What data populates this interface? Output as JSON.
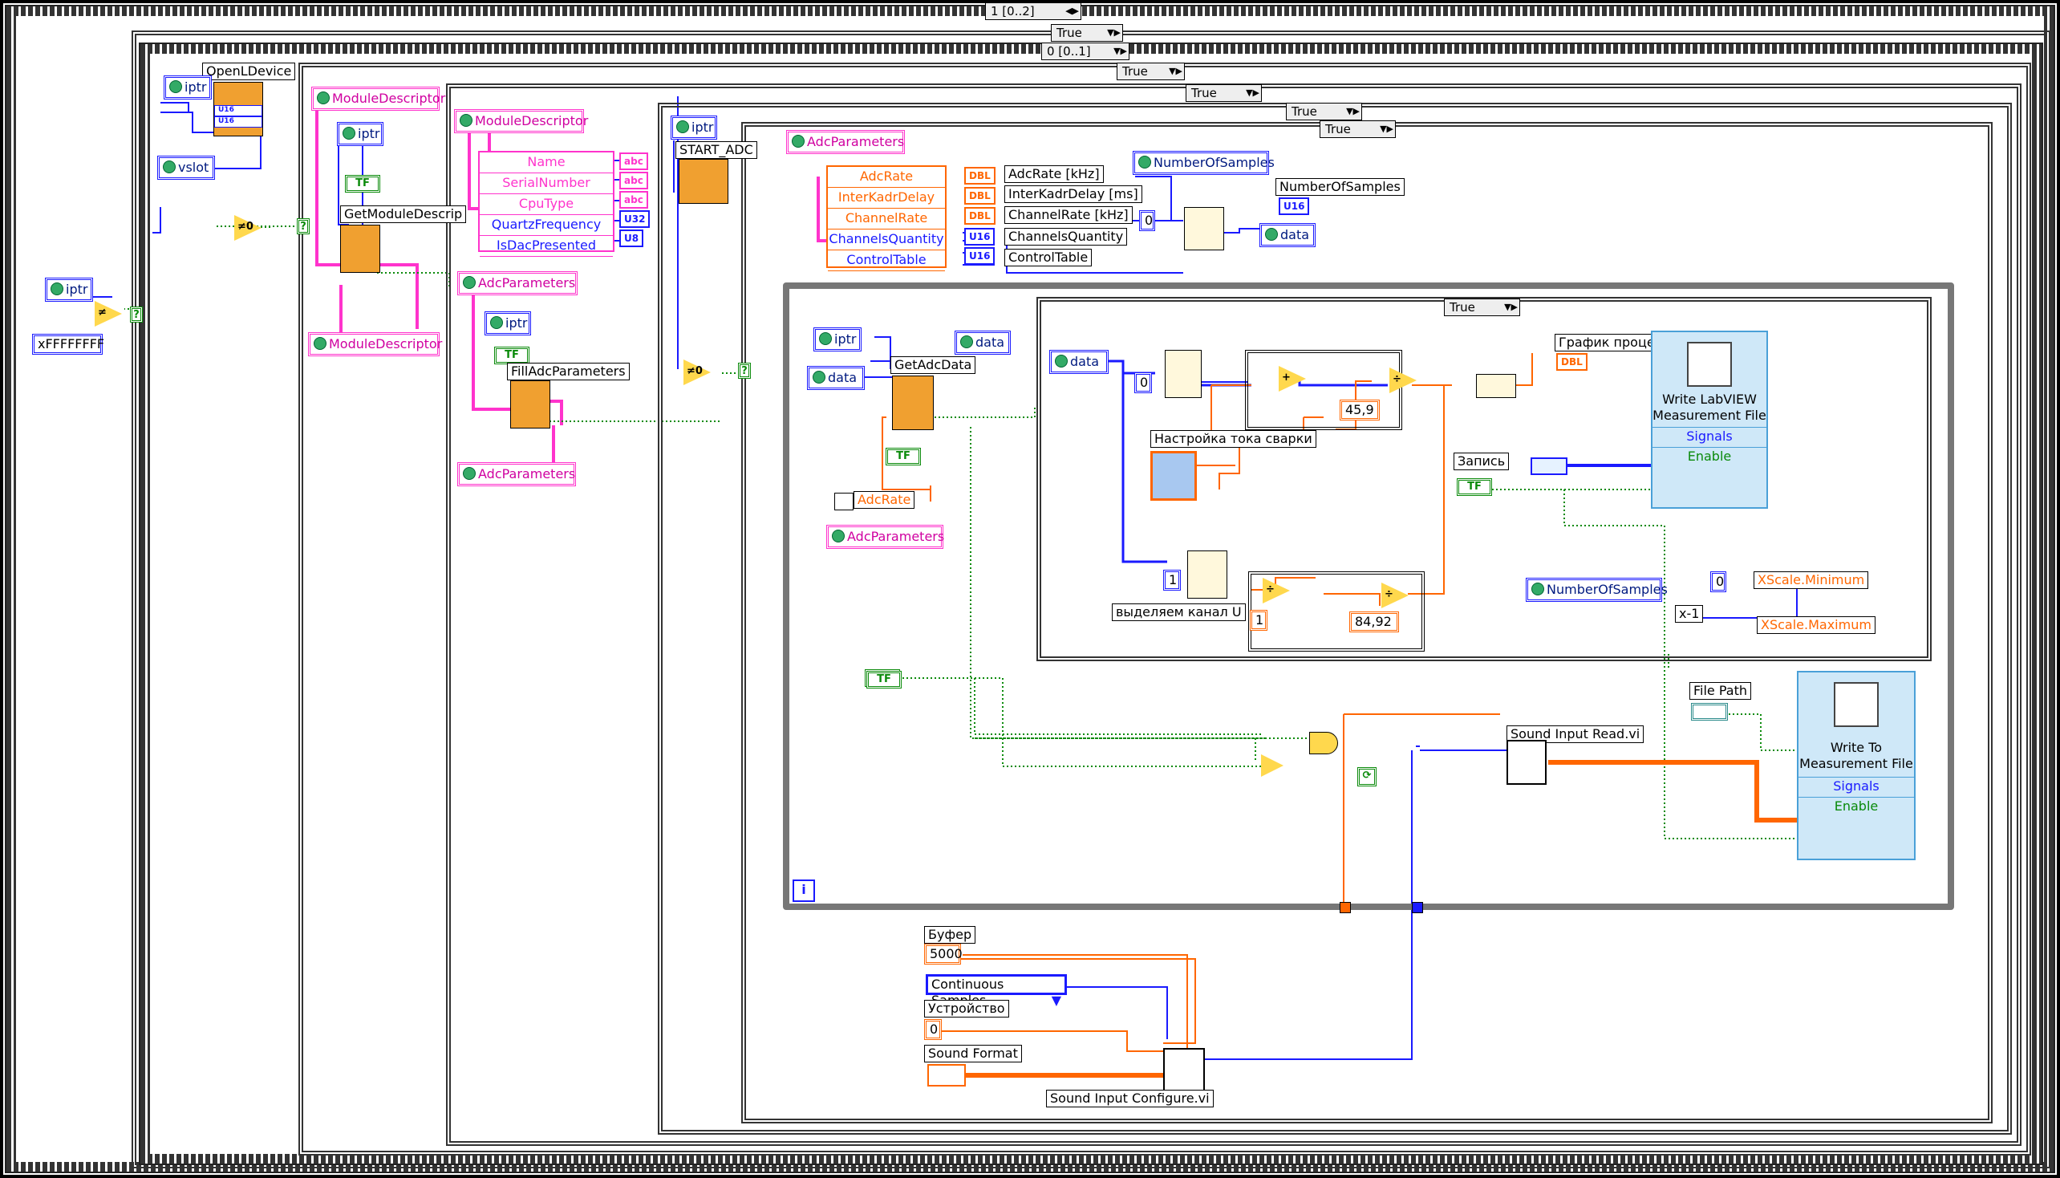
{
  "selectors": {
    "outer_seq": "1 [0..2]",
    "case1": "True",
    "inner_seq": "0 [0..1]",
    "case2": "True",
    "case3": "True",
    "case4": "True",
    "case5": "True",
    "case_inner_loop": "True"
  },
  "refs": {
    "iptr": "iptr",
    "vslot": "vslot",
    "data": "data",
    "number_of_samples": "NumberOfSamples",
    "module_descriptor": "ModuleDescriptor",
    "adc_parameters": "AdcParameters"
  },
  "constants": {
    "hex_mask": "xFFFFFFFF",
    "zero": "0",
    "one": "1",
    "divisor1": "45,9",
    "divisor2": "84,92",
    "buffer": "5000",
    "sample_mode": "Continuous Samples"
  },
  "labels": {
    "open_device": "OpenLDevice",
    "get_module_descriptor": "GetModuleDescrip",
    "fill_adc_parameters": "FillAdcParameters",
    "start_adc": "START_ADC",
    "get_adc_data": "GetAdcData",
    "adc_rate_out": "AdcRate [kHz]",
    "inter_kadr_delay_out": "InterKadrDelay [ms]",
    "channel_rate_out": "ChannelRate [kHz]",
    "channels_quantity_out": "ChannelsQuantity",
    "control_table_out": "ControlTable",
    "number_of_samples_out": "NumberOfSamples",
    "weld_current": "Настройка тока сварки",
    "channel_u": "выделяем канал U",
    "graph": "График процес",
    "record": "Запись",
    "xscale_min": "XScale.Minimum",
    "xscale_max": "XScale.Maximum",
    "x_minus_1": "x-1",
    "file_path": "File Path",
    "sound_read": "Sound Input Read.vi",
    "sound_config": "Sound Input Configure.vi",
    "buffer_lbl": "Буфер",
    "device_lbl": "Устройство",
    "sound_format_lbl": "Sound Format",
    "iteration": "i",
    "adc_rate_bundle": "AdcRate"
  },
  "module_descriptor_fields": [
    "Name",
    "SerialNumber",
    "CpuType",
    "QuartzFrequency",
    "IsDacPresented"
  ],
  "module_descriptor_types": [
    "abc",
    "abc",
    "abc",
    "U32",
    "U8"
  ],
  "adc_fields": [
    "AdcRate",
    "InterKadrDelay",
    "ChannelRate",
    "ChannelsQuantity",
    "ControlTable"
  ],
  "adc_types": [
    "DBL",
    "DBL",
    "DBL",
    "U16",
    "U16"
  ],
  "express_vis": {
    "write_lv": {
      "title": "Write LabVIEW Measurement File",
      "signals": "Signals",
      "enable": "Enable"
    },
    "write_meas": {
      "title": "Write To Measurement File",
      "signals": "Signals",
      "enable": "Enable"
    }
  },
  "types": {
    "u16": "U16",
    "dbl": "DBL",
    "dbl_num": "DBL",
    "bool": "TF"
  },
  "colors": {
    "int_wire": "#1a1aff",
    "dbl_wire": "#ff6600",
    "bool_wire": "#0a8a0a",
    "cluster_wire": "#ff33cc",
    "express_bg": "#cfe8f8"
  }
}
